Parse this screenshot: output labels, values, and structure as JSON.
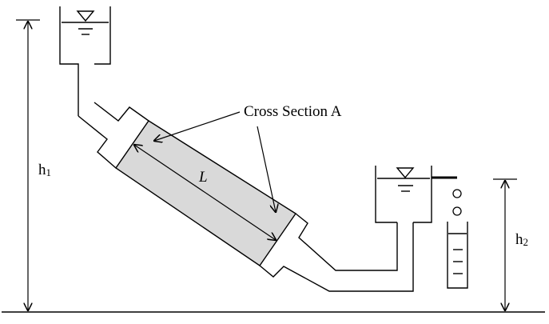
{
  "labels": {
    "cross_section": "Cross Section A",
    "length": "L",
    "h1_main": "h",
    "h1_sub": "1",
    "h2_main": "h",
    "h2_sub": "2"
  },
  "colors": {
    "line": "#000000",
    "sample_fill": "#d9d9d9",
    "background": "#ffffff"
  },
  "icons": {
    "water_level": "inverted-triangle-water-level-icon",
    "droplet": "circle-droplet-icon"
  }
}
